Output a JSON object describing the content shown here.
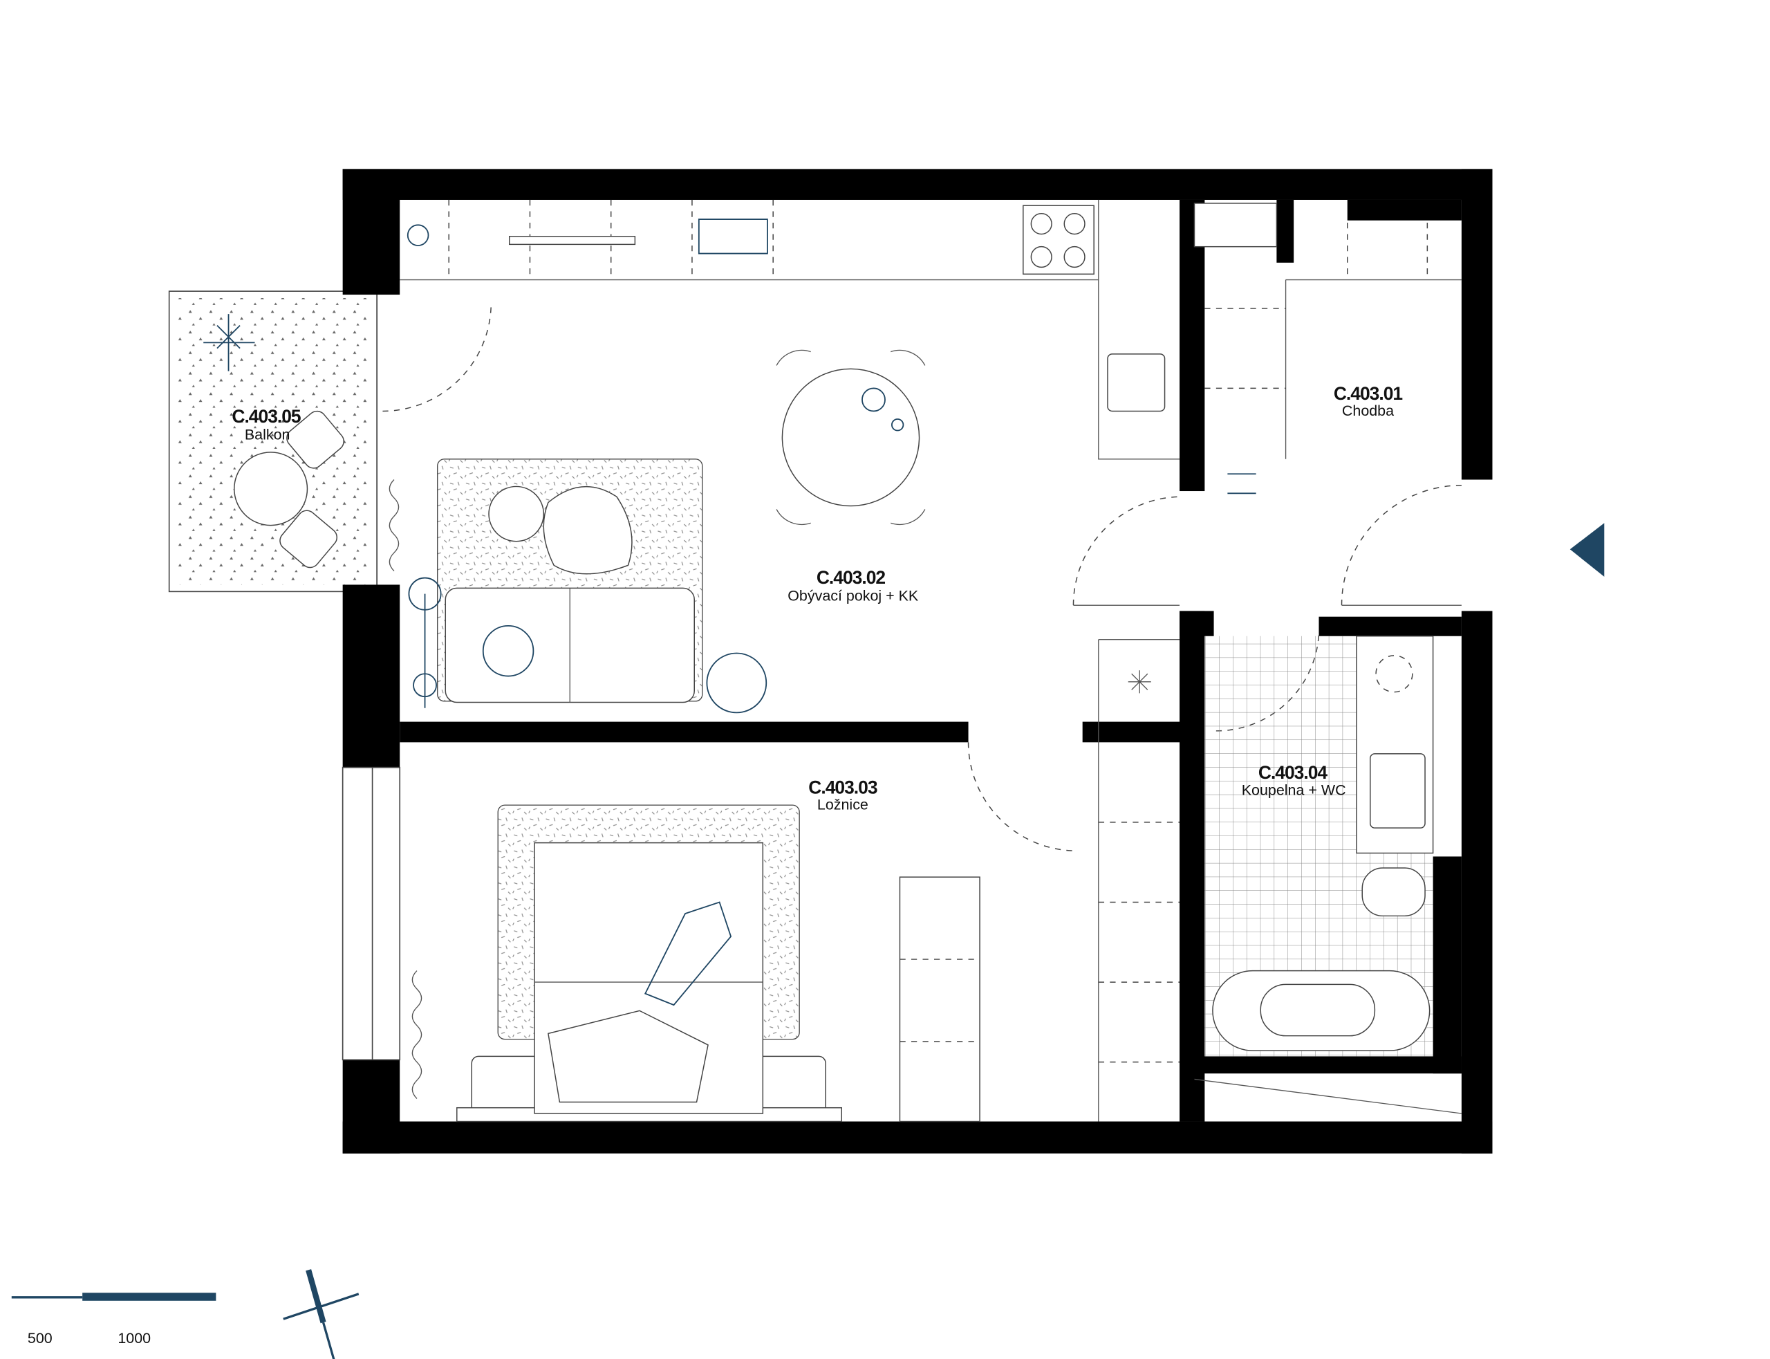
{
  "rooms": [
    {
      "code": "C.403.01",
      "name": "Chodba"
    },
    {
      "code": "C.403.02",
      "name": "Obývací pokoj + KK"
    },
    {
      "code": "C.403.03",
      "name": "Ložnice"
    },
    {
      "code": "C.403.04",
      "name": "Koupelna + WC"
    },
    {
      "code": "C.403.05",
      "name": "Balkon"
    }
  ],
  "scale_bar": {
    "labels": [
      "500",
      "1000"
    ]
  },
  "colors": {
    "accent": "#1f4663",
    "wall": "#000000"
  },
  "icons": {
    "entrance": "entrance-arrow-icon",
    "north": "north-arrow-icon"
  }
}
